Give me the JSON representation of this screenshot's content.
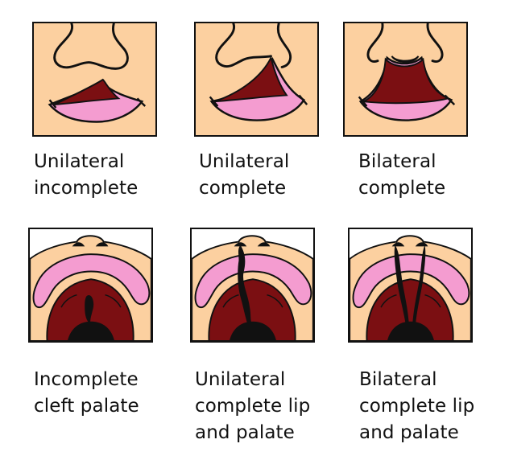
{
  "colors": {
    "skin": "#fcd0a0",
    "lip": "#f49cd0",
    "cleft_dark": "#7b0f12",
    "outline": "#111111",
    "background": "#ffffff"
  },
  "panels": [
    {
      "id": "unilateral-incomplete",
      "lines": [
        "Unilateral",
        "incomplete"
      ]
    },
    {
      "id": "unilateral-complete",
      "lines": [
        "Unilateral",
        "complete"
      ]
    },
    {
      "id": "bilateral-complete",
      "lines": [
        "Bilateral",
        "complete"
      ]
    },
    {
      "id": "incomplete-cleft-palate",
      "lines": [
        "Incomplete",
        "cleft palate"
      ]
    },
    {
      "id": "unilateral-complete-lip-palate",
      "lines": [
        "Unilateral",
        "complete lip",
        "and palate"
      ]
    },
    {
      "id": "bilateral-complete-lip-palate",
      "lines": [
        "Bilateral",
        "complete lip",
        "and palate"
      ]
    }
  ]
}
